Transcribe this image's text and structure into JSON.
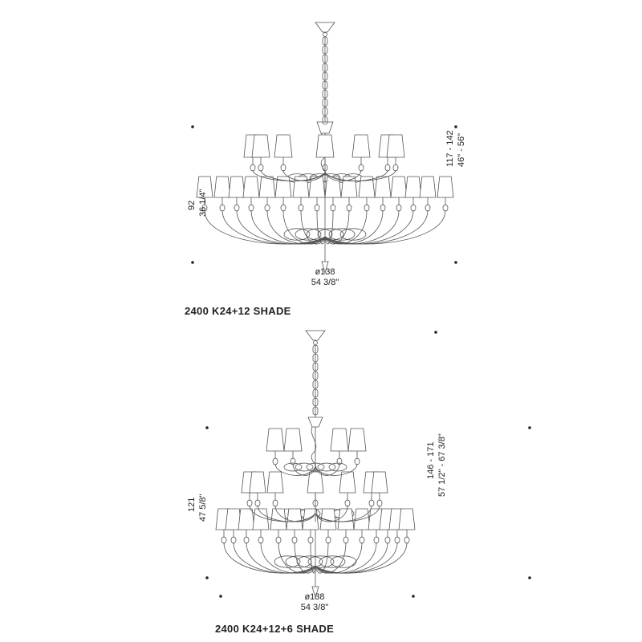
{
  "drawings": [
    {
      "caption": "2400 K24+12 SHADE",
      "diameter_cm": "ø138",
      "diameter_in": "54 3/8\"",
      "height_cm": "92",
      "height_in": "36 1/4\"",
      "total_cm": "117 - 142",
      "total_in": "46\" - 56\""
    },
    {
      "caption": "2400 K24+12+6 SHADE",
      "diameter_cm": "ø138",
      "diameter_in": "54 3/8\"",
      "height_cm": "121",
      "height_in": "47 5/8\"",
      "total_cm": "146 - 171",
      "total_in": "57 1/2\" - 67 3/8\""
    }
  ]
}
